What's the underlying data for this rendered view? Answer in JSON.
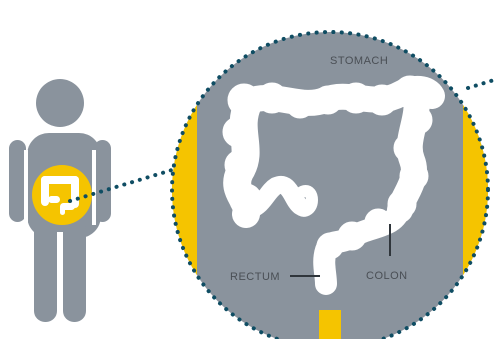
{
  "colors": {
    "body": "#8a939d",
    "circle_fill": "#8a939d",
    "accent_yellow": "#f5c400",
    "dots": "#0f4d63",
    "organ": "#ffffff",
    "label_text": "#4a4f55",
    "background": "#ffffff"
  },
  "icons": {
    "person": "human-figure-icon",
    "colon": "colon-organ-icon"
  },
  "labels": {
    "stomach": "STOMACH",
    "colon": "COLON",
    "rectum": "RECTUM"
  }
}
